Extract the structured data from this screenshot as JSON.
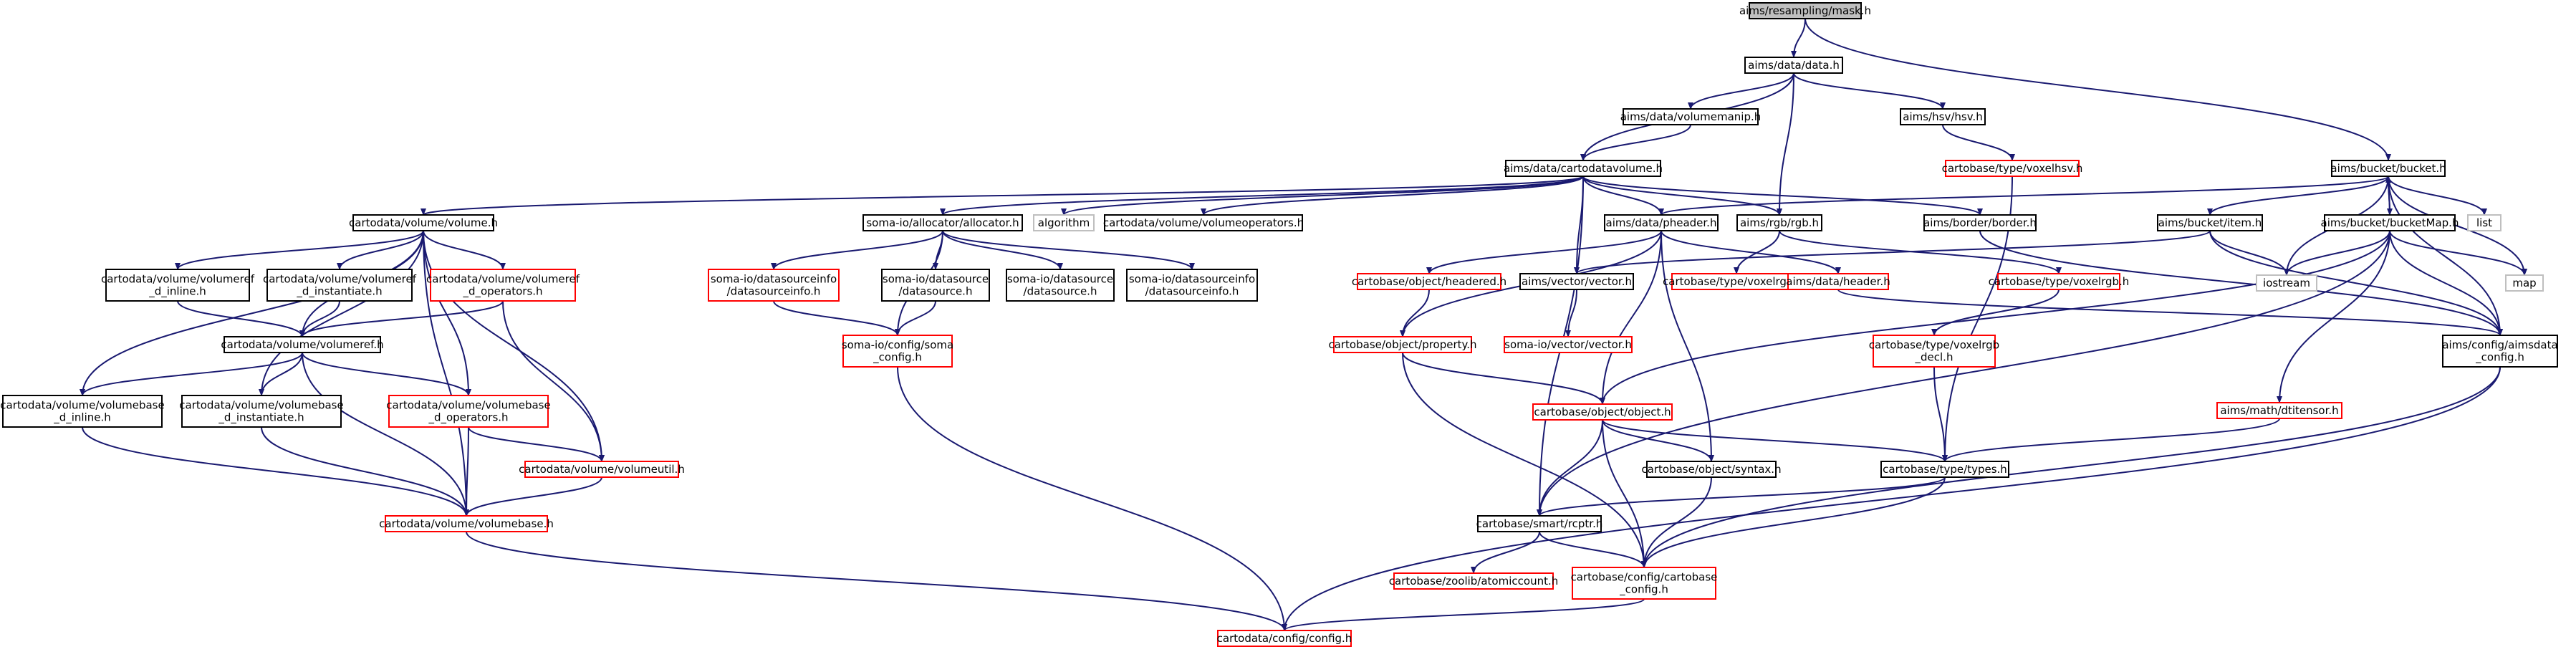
{
  "colors": {
    "edge": "#191970",
    "normal_border": "#000000",
    "red_border": "#ff0000",
    "grey_border": "#bfbfbf",
    "root_fill": "#bfbfbf"
  },
  "nodes": {
    "root": [
      "aims/resampling/mask.h"
    ],
    "data": [
      "aims/data/data.h"
    ],
    "volumemanip": [
      "aims/data/volumemanip.h"
    ],
    "hsv": [
      "aims/hsv/hsv.h"
    ],
    "voxelhsv": [
      "cartobase/type/voxelhsv.h"
    ],
    "cartodatavolume": [
      "aims/data/cartodatavolume.h"
    ],
    "bucket": [
      "aims/bucket/bucket.h"
    ],
    "volume": [
      "cartodata/volume/volume.h"
    ],
    "allocator": [
      "soma-io/allocator/allocator.h"
    ],
    "algorithm": [
      "algorithm"
    ],
    "volumeoperators": [
      "cartodata/volume/volumeoperators.h"
    ],
    "pheader": [
      "aims/data/pheader.h"
    ],
    "rgb": [
      "aims/rgb/rgb.h"
    ],
    "border": [
      "aims/border/border.h"
    ],
    "item": [
      "aims/bucket/item.h"
    ],
    "bucketMap": [
      "aims/bucket/bucketMap.h"
    ],
    "list": [
      "list"
    ],
    "map": [
      "map"
    ],
    "iostream": [
      "iostream"
    ],
    "volumeref_inline": [
      "cartodata/volume/volumeref",
      "_d_inline.h"
    ],
    "volumeref_instantiate": [
      "cartodata/volume/volumeref",
      "_d_instantiate.h"
    ],
    "volumeref_operators": [
      "cartodata/volume/volumeref",
      "_d_operators.h"
    ],
    "volumeref": [
      "cartodata/volume/volumeref.h"
    ],
    "dsinfo_red": [
      "soma-io/datasourceinfo",
      "/datasourceinfo.h"
    ],
    "datasource": [
      "soma-io/datasource",
      "/datasource.h"
    ],
    "datasource_grey": [
      "soma-io/datasource",
      "/datasource.h"
    ],
    "dsinfo_black": [
      "soma-io/datasourceinfo",
      "/datasourceinfo.h"
    ],
    "soma_config": [
      "soma-io/config/soma",
      "_config.h"
    ],
    "headered": [
      "cartobase/object/headered.h"
    ],
    "property": [
      "cartobase/object/property.h"
    ],
    "vector": [
      "aims/vector/vector.h"
    ],
    "somavector": [
      "soma-io/vector/vector.h"
    ],
    "voxelrgba": [
      "cartobase/type/voxelrgba.h"
    ],
    "header": [
      "aims/data/header.h"
    ],
    "voxelrgb": [
      "cartobase/type/voxelrgb.h"
    ],
    "voxelrgb_decl": [
      "cartobase/type/voxelrgb",
      "_decl.h"
    ],
    "aimsdata_config": [
      "aims/config/aimsdata",
      "_config.h"
    ],
    "dtitensor": [
      "aims/math/dtitensor.h"
    ],
    "volumebase_inline": [
      "cartodata/volume/volumebase",
      "_d_inline.h"
    ],
    "volumebase_instantiate": [
      "cartodata/volume/volumebase",
      "_d_instantiate.h"
    ],
    "volumebase_operators": [
      "cartodata/volume/volumebase",
      "_d_operators.h"
    ],
    "volumeutil": [
      "cartodata/volume/volumeutil.h"
    ],
    "volumebase": [
      "cartodata/volume/volumebase.h"
    ],
    "object": [
      "cartobase/object/object.h"
    ],
    "syntax": [
      "cartobase/object/syntax.h"
    ],
    "types": [
      "cartobase/type/types.h"
    ],
    "rcptr": [
      "cartobase/smart/rcptr.h"
    ],
    "atomiccount": [
      "cartobase/zoolib/atomiccount.h"
    ],
    "cartobase_config": [
      "cartobase/config/cartobase",
      "_config.h"
    ],
    "cartodata_config": [
      "cartodata/config/config.h"
    ]
  }
}
